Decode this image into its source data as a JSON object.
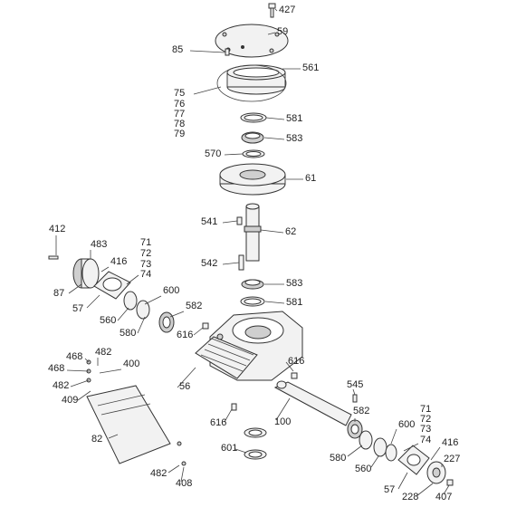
{
  "callouts": [
    "427",
    "59",
    "85",
    "561",
    "75",
    "76",
    "77",
    "78",
    "79",
    "581",
    "583",
    "570",
    "61",
    "541",
    "62",
    "542",
    "583",
    "581",
    "412",
    "483",
    "416",
    "71",
    "72",
    "73",
    "74",
    "87",
    "57",
    "600",
    "582",
    "560",
    "580",
    "616",
    "468",
    "482",
    "400",
    "468",
    "482",
    "409",
    "56",
    "616",
    "100",
    "616",
    "82",
    "601",
    "545",
    "582",
    "71",
    "72",
    "73",
    "74",
    "600",
    "416",
    "227",
    "580",
    "560",
    "57",
    "228",
    "407",
    "482",
    "408"
  ]
}
